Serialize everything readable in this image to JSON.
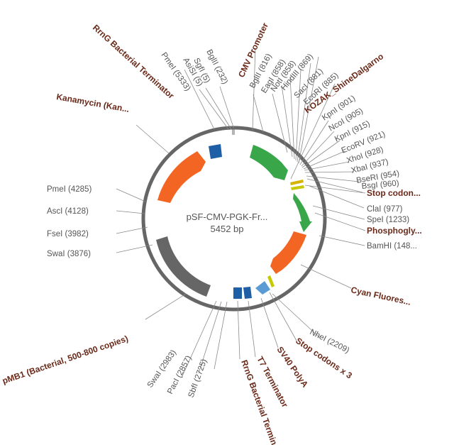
{
  "plasmid": {
    "name": "pSF-CMV-PGK-Fr...",
    "size_label": "5452 bp"
  },
  "colors": {
    "backbone": "#666666",
    "promoter": "#3aa64a",
    "resistance": "#f26522",
    "terminator": "#1f5fa6",
    "polyA": "#5b9bd5",
    "origin": "#666666",
    "stop": "#c8c800",
    "feature_label": "#6b2a1a",
    "site_label": "#555555"
  },
  "features": [
    {
      "name": "Kanamycin (Kan...",
      "kind": "resistance",
      "label": "Kanamycin (Kan..."
    },
    {
      "name": "RrnG Bacterial Terminator",
      "kind": "terminator",
      "label": "RrnG Bacterial Terminator"
    },
    {
      "name": "CMV Promoter",
      "kind": "promoter",
      "label": "CMV Promoter"
    },
    {
      "name": "KOZAK_ShineDalgarno",
      "kind": "misc",
      "label": "KOZAK_ShineDalgarno"
    },
    {
      "name": "Stop codon...",
      "kind": "stop",
      "label": "Stop codon..."
    },
    {
      "name": "Phosphogly...",
      "kind": "promoter",
      "label": "Phosphogly..."
    },
    {
      "name": "Cyan Fluores...",
      "kind": "resistance",
      "label": "Cyan Fluores..."
    },
    {
      "name": "Stop codons x 3",
      "kind": "stop",
      "label": "Stop codons x 3"
    },
    {
      "name": "SV40 PolyA",
      "kind": "polyA",
      "label": "SV40 PolyA"
    },
    {
      "name": "T7 Terminator",
      "kind": "terminator",
      "label": "T7 Terminator"
    },
    {
      "name": "RrnG Bacterial Terminator",
      "kind": "terminator",
      "label": "RrnG Bacterial Terminator"
    },
    {
      "name": "pMB1 (Bacterial, 500-800 copies)",
      "kind": "origin",
      "label": "pMB1 (Bacterial, 500-800 copies)"
    }
  ],
  "sites": [
    {
      "label": "PmeI (5333)"
    },
    {
      "label": "AsiSI (5)"
    },
    {
      "label": "SgfI (5)"
    },
    {
      "label": "BglII (232)"
    },
    {
      "label": "BglII (816)"
    },
    {
      "label": "EagI (858)"
    },
    {
      "label": "NotI (858)"
    },
    {
      "label": "HindIII (869)"
    },
    {
      "label": "SacI (881)"
    },
    {
      "label": "EcoRI (885)"
    },
    {
      "label": "KpnI (901)"
    },
    {
      "label": "NcoI (905)"
    },
    {
      "label": "KpnI (915)"
    },
    {
      "label": "EcoRV (921)"
    },
    {
      "label": "XhoI (928)"
    },
    {
      "label": "XbaI (937)"
    },
    {
      "label": "BseRI (954)"
    },
    {
      "label": "BsgI (960)"
    },
    {
      "label": "ClaI (977)"
    },
    {
      "label": "SpeI (1233)"
    },
    {
      "label": "BamHI (148..."
    },
    {
      "label": "NheI (2209)"
    },
    {
      "label": "SbfI (2725)"
    },
    {
      "label": "PacI (2857)"
    },
    {
      "label": "SwaI (2983)"
    },
    {
      "label": "SwaI (3876)"
    },
    {
      "label": "FseI (3982)"
    },
    {
      "label": "AscI (4128)"
    },
    {
      "label": "PmeI (4285)"
    }
  ]
}
